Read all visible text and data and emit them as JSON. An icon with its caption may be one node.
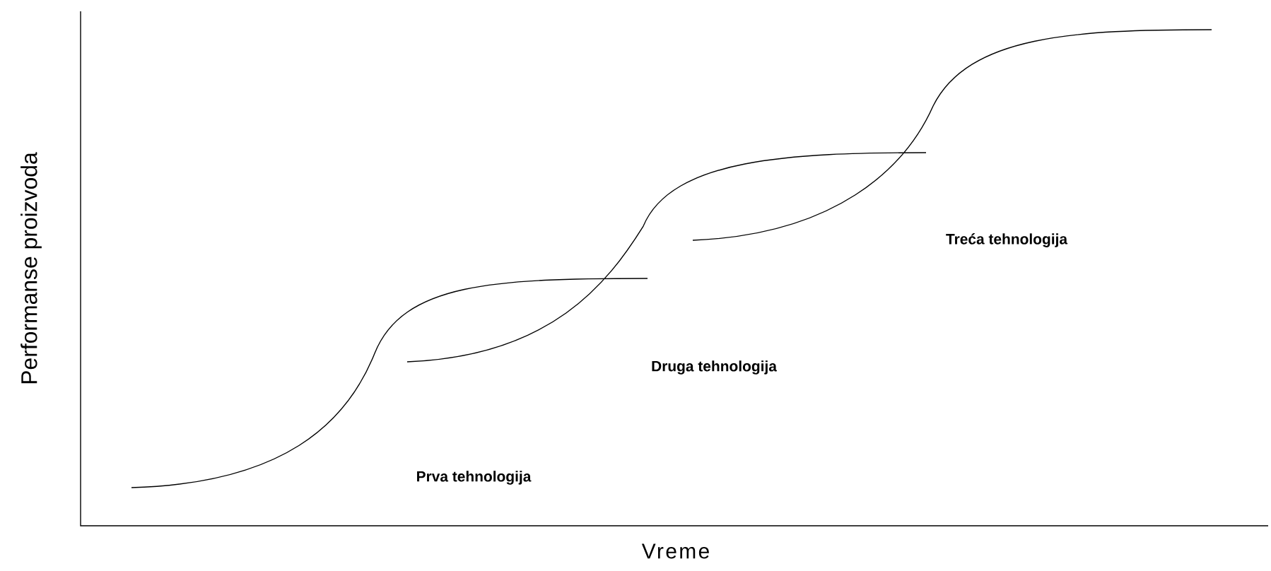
{
  "diagram": {
    "labels": [
      "Performanse proizvoda",
      "Vreme",
      "Prva tehnologija",
      "Druga tehnologija",
      "Treća tehnologija"
    ]
  }
}
